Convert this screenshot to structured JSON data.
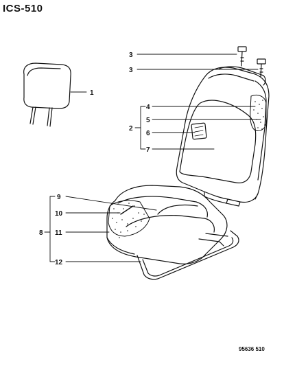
{
  "diagram": {
    "code": "ICS-510",
    "figure_number": "95636 510",
    "callouts": [
      {
        "id": "c1",
        "label": "1"
      },
      {
        "id": "c3a",
        "label": "3"
      },
      {
        "id": "c3b",
        "label": "3"
      },
      {
        "id": "c4",
        "label": "4"
      },
      {
        "id": "c5",
        "label": "5"
      },
      {
        "id": "c2",
        "label": "2"
      },
      {
        "id": "c6",
        "label": "6"
      },
      {
        "id": "c7",
        "label": "7"
      },
      {
        "id": "c9",
        "label": "9"
      },
      {
        "id": "c10",
        "label": "10"
      },
      {
        "id": "c8",
        "label": "8"
      },
      {
        "id": "c11",
        "label": "11"
      },
      {
        "id": "c12",
        "label": "12"
      }
    ]
  }
}
